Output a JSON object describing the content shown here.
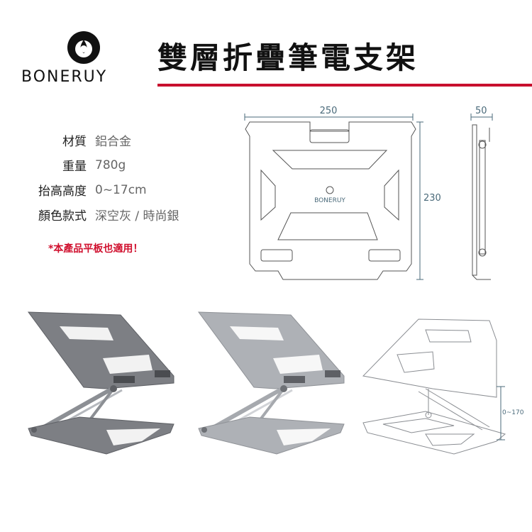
{
  "brand": {
    "name": "BONERUY",
    "logo_icon": "droplet-ring-icon"
  },
  "title": "雙層折疊筆電支架",
  "accent_color": "#c8102e",
  "specs": [
    {
      "label": "材質",
      "value": "鋁合金"
    },
    {
      "label": "重量",
      "value": "780g"
    },
    {
      "label": "抬高高度",
      "value": "0~17cm"
    },
    {
      "label": "顏色款式",
      "value": "深空灰 / 時尚銀"
    }
  ],
  "note": "*本產品平板也適用！",
  "diagram": {
    "width_label": "250",
    "height_label": "230",
    "depth_label": "50",
    "plate_brand": "BONERUY",
    "lift_label": "0~170"
  },
  "products": [
    {
      "variant": "深空灰",
      "color": "#7d7f84"
    },
    {
      "variant": "時尚銀",
      "color": "#aeb1b6"
    },
    {
      "variant": "line-drawing",
      "color": "#ffffff"
    }
  ]
}
